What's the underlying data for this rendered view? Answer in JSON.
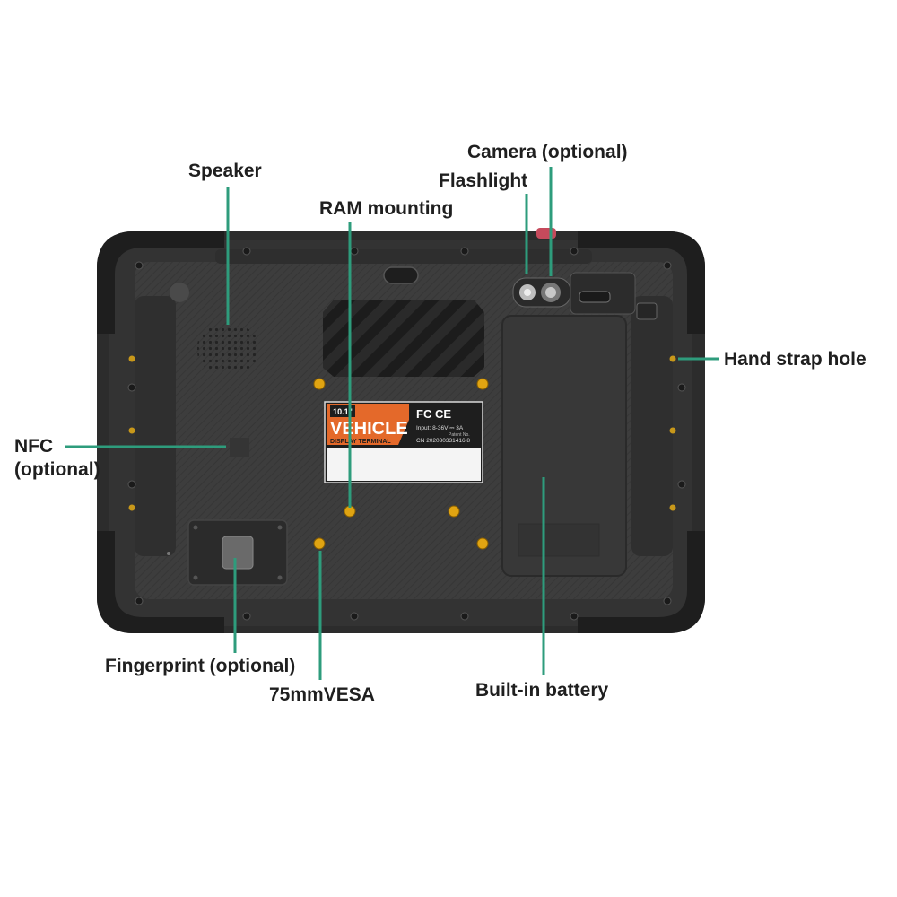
{
  "callouts": {
    "speaker": "Speaker",
    "ram_mounting": "RAM mounting",
    "camera": "Camera (optional)",
    "flashlight": "Flashlight",
    "hand_strap_hole": "Hand strap hole",
    "nfc_line1": "NFC",
    "nfc_line2": "(optional)",
    "fingerprint": "Fingerprint (optional)",
    "vesa": "75mmVESA",
    "battery": "Built-in battery"
  },
  "label_plate": {
    "badge": "10.1\"",
    "title": "VEHICLE",
    "subtitle": "DISPLAY TERMINAL",
    "marks": "FC CE",
    "input": "Input: 8-36V ⎓ 3A",
    "patent": "Patent No.",
    "serial": "CN 202030331416.8"
  },
  "colors": {
    "leader_line": "#2e9c7c",
    "body": "#3b3b3b",
    "bumper": "#262626",
    "screw_gold": "#e0a412",
    "label_orange": "#e4692a"
  }
}
